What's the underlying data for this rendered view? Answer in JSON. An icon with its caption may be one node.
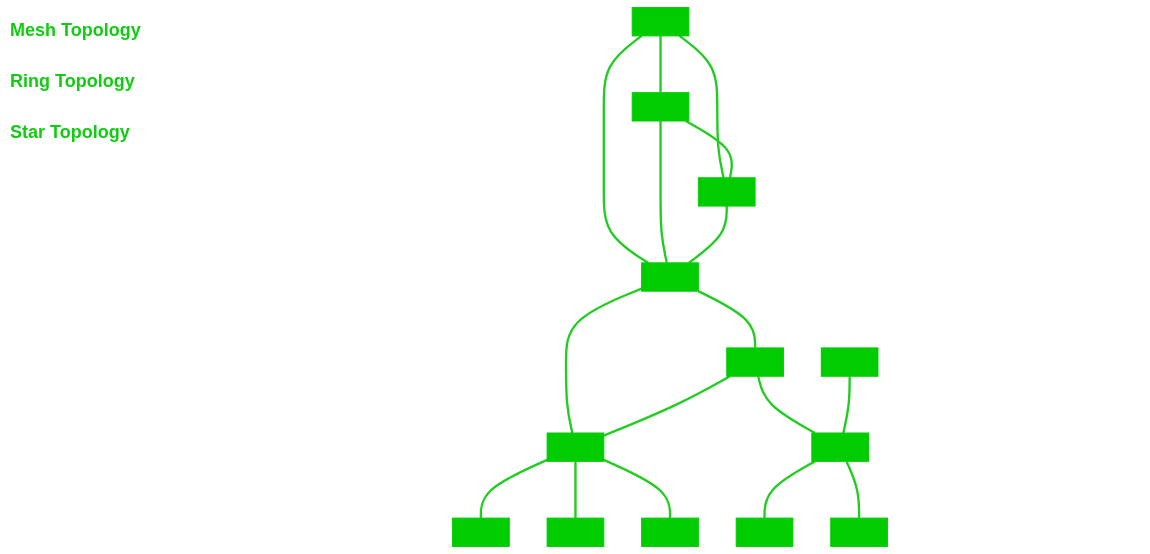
{
  "diagram": {
    "nodes": [
      {
        "text": [],
        "shape": "box"
      },
      {
        "text": [],
        "shape": "box"
      },
      {
        "text": [],
        "shape": "box"
      },
      {
        "text": [],
        "shape": "box"
      },
      {
        "text": [],
        "shape": "box"
      },
      {
        "text": [],
        "shape": "box"
      },
      {
        "text": [],
        "shape": "box"
      },
      {
        "text": [],
        "shape": "box"
      },
      {
        "text": [],
        "shape": "box"
      },
      {
        "text": [],
        "shape": "box"
      },
      {
        "text": [],
        "shape": "box"
      },
      {
        "text": [],
        "shape": "box"
      },
      {
        "text": [],
        "shape": "box"
      }
    ],
    "edges": [
      {
        "from": 0,
        "to": 1,
        "arrow": "none"
      },
      {
        "from": 0,
        "to": 4,
        "arrow": "none"
      },
      {
        "from": 0,
        "to": 2,
        "arrow": "none"
      },
      {
        "from": 1,
        "to": 2,
        "arrow": "none"
      },
      {
        "from": 1,
        "to": 4,
        "arrow": "none"
      },
      {
        "from": 2,
        "to": 4,
        "arrow": "none"
      },
      {
        "from": 4,
        "to": 5,
        "arrow": "none"
      },
      {
        "from": 4,
        "to": 8,
        "arrow": "none"
      },
      {
        "from": 5,
        "to": 8,
        "arrow": "none"
      },
      {
        "from": 5,
        "to": 6,
        "arrow": "none"
      },
      {
        "from": 3,
        "to": 6,
        "arrow": "none"
      },
      {
        "from": 6,
        "to": 7,
        "arrow": "none"
      },
      {
        "from": 6,
        "to": 9,
        "arrow": "none"
      },
      {
        "from": 8,
        "to": 10,
        "arrow": "none"
      },
      {
        "from": 8,
        "to": 11,
        "arrow": "none"
      },
      {
        "from": 8,
        "to": 12,
        "arrow": "none"
      }
    ],
    "labels": [
      "Mesh Topology",
      "Ring Topology",
      "Star Topology"
    ]
  }
}
